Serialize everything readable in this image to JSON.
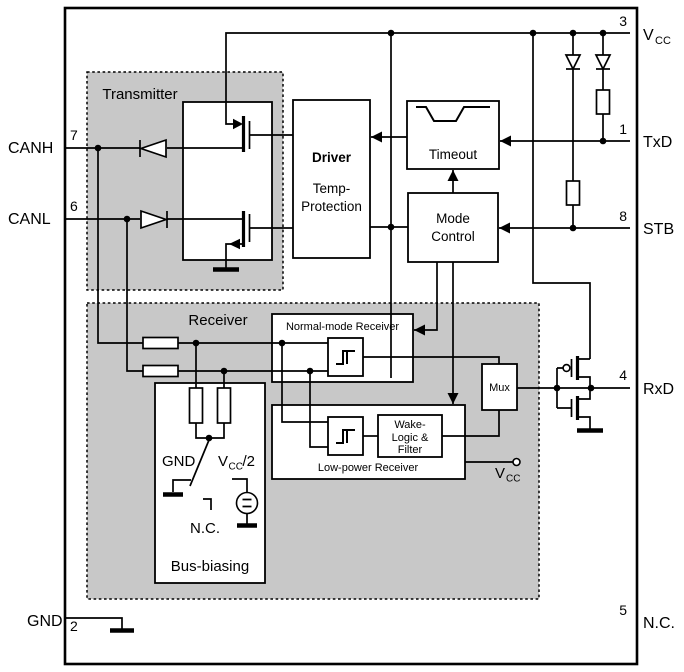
{
  "pins": {
    "vcc": {
      "number": "3",
      "label_main": "V",
      "label_sub": "CC"
    },
    "txd": {
      "number": "1",
      "label": "TxD"
    },
    "stb": {
      "number": "8",
      "label": "STB"
    },
    "rxd": {
      "number": "4",
      "label": "RxD"
    },
    "nc": {
      "number": "5",
      "label": "N.C."
    },
    "canh": {
      "number": "7",
      "label": "CANH"
    },
    "canl": {
      "number": "6",
      "label": "CANL"
    },
    "gnd": {
      "number": "2",
      "label": "GND"
    }
  },
  "blocks": {
    "transmitter": "Transmitter",
    "receiver": "Receiver",
    "driver": {
      "title": "Driver",
      "temp1": "Temp-",
      "temp2": "Protection"
    },
    "timeout": "Timeout",
    "mode_control": {
      "line1": "Mode",
      "line2": "Control"
    },
    "normal_mode_receiver": "Normal-mode Receiver",
    "low_power_receiver": "Low-power Receiver",
    "wake_logic": {
      "line1": "Wake-",
      "line2": "Logic &",
      "line3": "Filter"
    },
    "mux": "Mux",
    "bus_biasing": "Bus-biasing"
  },
  "bus_switch": {
    "gnd_label": "GND",
    "vcc_half_v": "V",
    "vcc_half_sub": "CC",
    "vcc_half_rest": "/2",
    "nc_label": "N.C."
  },
  "vcc_terminal": {
    "label_main": "V",
    "label_sub": "CC"
  },
  "colors": {
    "shade": "#c8c8c8",
    "line": "#000000",
    "box_fill": "#ffffff",
    "background": "#ffffff"
  }
}
